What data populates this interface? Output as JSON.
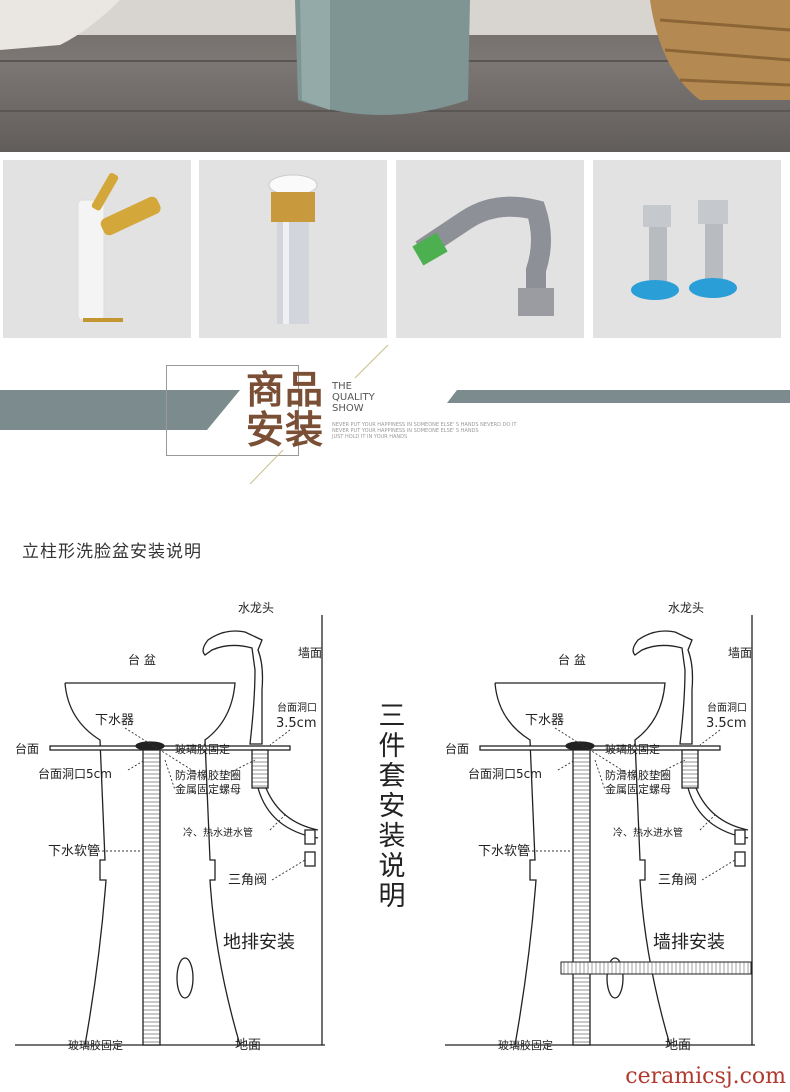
{
  "banner": {
    "title_line1": "商品",
    "title_line2": "安装",
    "en_line1": "THE",
    "en_line2": "QUALITY",
    "en_line3": "SHOW",
    "small_lines": [
      "NEVER PUT YOUR HAPPINESS IN SOMEONE ELSE' S HANDS NEVERD DO IT",
      "NEVER PUT YOUR HAPPINESS IN SOMEONE ELSE' S HANDS",
      "JUST HOLD IT IN YOUR HANDS"
    ]
  },
  "section_title": "立柱形洗脸盆安装说明",
  "vertical_title": [
    "三",
    "件",
    "套",
    "安",
    "装",
    "说",
    "明"
  ],
  "diagram_labels": {
    "faucet": "水龙头",
    "wall": "墙面",
    "basin": "台 盆",
    "drain": "下水器",
    "counter": "台面",
    "glass_glue": "玻璃胶固定",
    "counter_hole_5": "台面洞口5cm",
    "counter_hole": "台面洞口",
    "size_35": "3.5cm",
    "washer": "防滑橡胶垫圈",
    "nut": "金属固定螺母",
    "inlet_pipe": "冷、热水进水管",
    "drain_hose": "下水软管",
    "angle_valve": "三角阀",
    "floor": "地面"
  },
  "diagrams": [
    {
      "type": "地排安装"
    },
    {
      "type": "墙排安装"
    }
  ],
  "watermark": "ceramicsj.com",
  "colors": {
    "brand_brown": "#7b4f35",
    "banner_gray": "#7c8b8d"
  }
}
